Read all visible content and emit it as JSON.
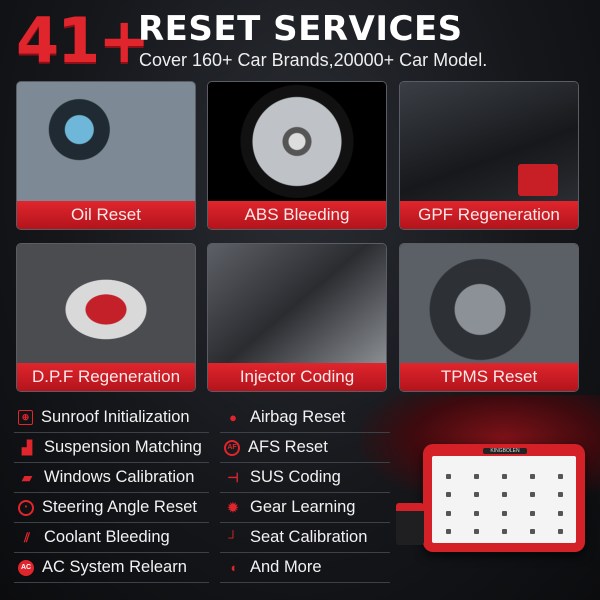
{
  "header": {
    "count": "41+",
    "title": "RESET SERVICES",
    "subtitle": "Cover 160+ Car Brands,20000+ Car Model."
  },
  "tiles": [
    {
      "label": "Oil Reset",
      "image": "oil-pouring-into-engine"
    },
    {
      "label": "ABS Bleeding",
      "image": "wheel-with-red-brake-caliper"
    },
    {
      "label": "GPF Regeneration",
      "image": "engine-bay"
    },
    {
      "label": "D.P.F Regeneration",
      "image": "particulate-filter-cutaway"
    },
    {
      "label": "Injector Coding",
      "image": "hand-holding-injector"
    },
    {
      "label": "TPMS Reset",
      "image": "wrench-on-wheel"
    }
  ],
  "list_left": [
    {
      "label": "Sunroof Initialization",
      "icon": "sunroof-icon"
    },
    {
      "label": "Suspension Matching",
      "icon": "suspension-icon"
    },
    {
      "label": "Windows Calibration",
      "icon": "window-icon"
    },
    {
      "label": "Steering Angle Reset",
      "icon": "steering-wheel-icon"
    },
    {
      "label": "Coolant Bleeding",
      "icon": "coolant-icon"
    },
    {
      "label": "AC System Relearn",
      "icon": "ac-icon"
    }
  ],
  "list_right": [
    {
      "label": "Airbag Reset",
      "icon": "airbag-icon"
    },
    {
      "label": "AFS Reset",
      "icon": "afs-icon"
    },
    {
      "label": "SUS Coding",
      "icon": "sus-icon"
    },
    {
      "label": "Gear Learning",
      "icon": "gear-icon"
    },
    {
      "label": "Seat Calibration",
      "icon": "seat-icon"
    },
    {
      "label": "And More",
      "icon": "more-icon"
    }
  ],
  "device": {
    "brand": "KINGBOLEN"
  },
  "colors": {
    "accent": "#e0252d",
    "background": "#15171b"
  }
}
